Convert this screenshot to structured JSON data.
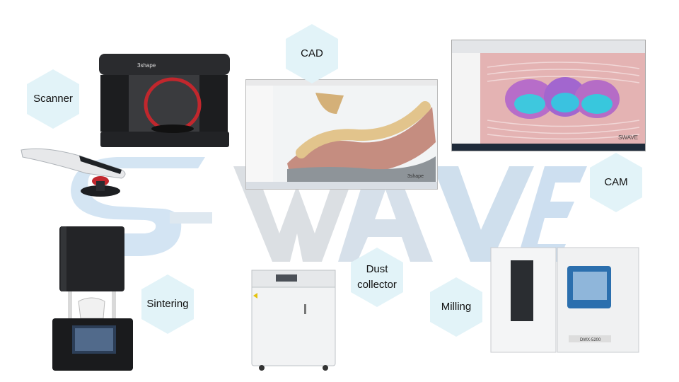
{
  "labels": {
    "cad": "CAD",
    "scanner": "Scanner",
    "cam": "CAM",
    "sintering": "Sintering",
    "dust_line1": "Dust",
    "dust_line2": "collector",
    "milling": "Milling"
  },
  "devices": {
    "scanner_brand": "3shape",
    "cad_brand": "3shape",
    "cam_brand": "SWAVE",
    "mill_model": "DWX-5200"
  },
  "watermark": "S-WAVE",
  "colors": {
    "hex_fill": "#e2f3f8",
    "watermark_blue": "#c9dff0",
    "watermark_gray": "#d7dce2"
  }
}
